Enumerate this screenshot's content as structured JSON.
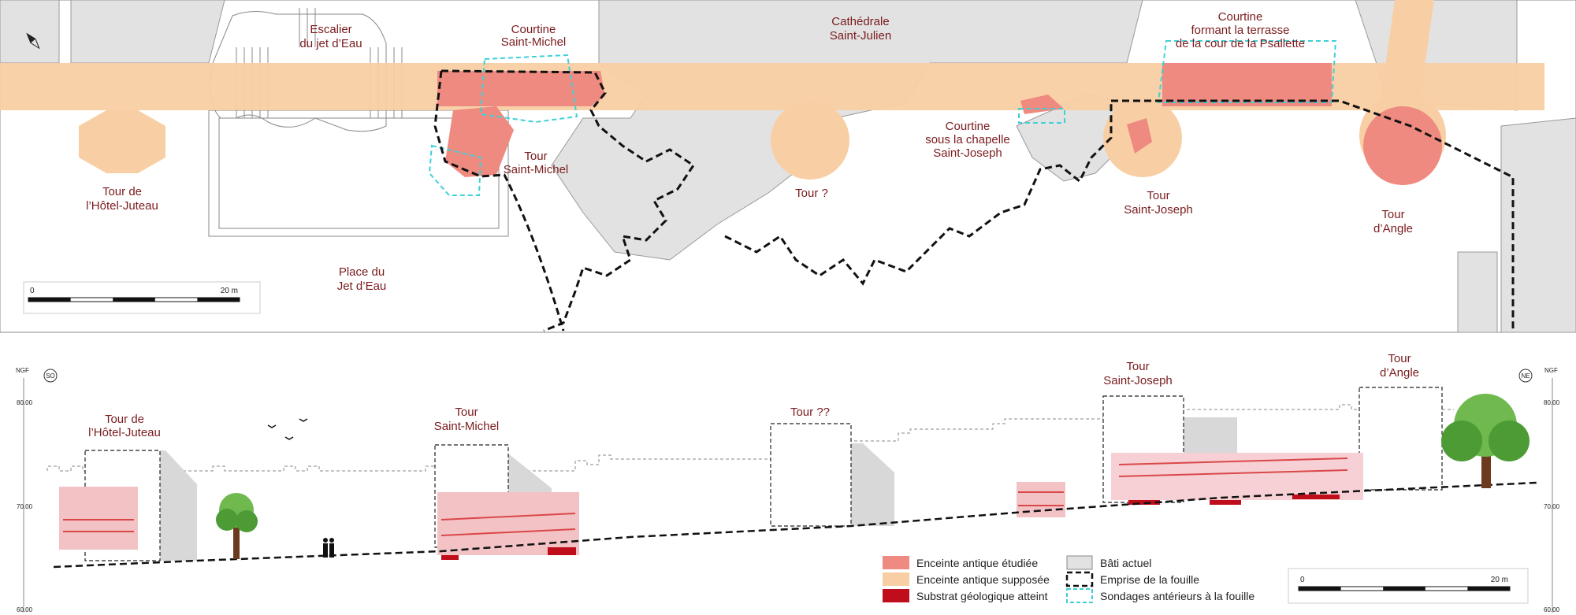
{
  "colors": {
    "studied": "#ee8a80",
    "supposed": "#f8cfa4",
    "substrate": "#c00d1c",
    "built": "#e2e2e2",
    "previous": "#3ed0d8",
    "label": "#7a1b1e"
  },
  "plan": {
    "labels": {
      "escalier_l1": "Escalier",
      "escalier_l2": "du jet d’Eau",
      "courtine_sm_l1": "Courtine",
      "courtine_sm_l2": "Saint-Michel",
      "cathedrale_l1": "Cathédrale",
      "cathedrale_l2": "Saint-Julien",
      "courtine_ps_l1": "Courtine",
      "courtine_ps_l2": "formant la terrasse",
      "courtine_ps_l3": "de la cour de la Psallette",
      "tour_hj_l1": "Tour de",
      "tour_hj_l2": "l’Hôtel-Juteau",
      "tour_sm_l1": "Tour",
      "tour_sm_l2": "Saint-Michel",
      "tour_q": "Tour ?",
      "courtine_sj_l1": "Courtine",
      "courtine_sj_l2": "sous la chapelle",
      "courtine_sj_l3": "Saint-Joseph",
      "tour_sj_l1": "Tour",
      "tour_sj_l2": "Saint-Joseph",
      "tour_angle_l1": "Tour",
      "tour_angle_l2": "d’Angle",
      "place_l1": "Place du",
      "place_l2": "Jet d’Eau"
    },
    "scale": {
      "min": "0",
      "max": "20 m"
    }
  },
  "elevation": {
    "labels": {
      "ngf": "NGF",
      "so": "SO",
      "ne": "NE",
      "tour_hj_l1": "Tour de",
      "tour_hj_l2": "l’Hôtel-Juteau",
      "tour_sm_l1": "Tour",
      "tour_sm_l2": "Saint-Michel",
      "tour_qq": "Tour ??",
      "tour_sj_l1": "Tour",
      "tour_sj_l2": "Saint-Joseph",
      "tour_angle_l1": "Tour",
      "tour_angle_l2": "d’Angle"
    },
    "axis_left": {
      "top": "80.00",
      "mid": "70.00",
      "bottom": "60.00"
    },
    "axis_right": {
      "top": "80.00",
      "mid": "70.00",
      "bottom": "60.00"
    },
    "scale": {
      "min": "0",
      "max": "20 m"
    }
  },
  "legend": {
    "items": [
      {
        "label": "Enceinte antique étudiée",
        "key": "studied"
      },
      {
        "label": "Enceinte antique supposée",
        "key": "supposed"
      },
      {
        "label": "Substrat géologique atteint",
        "key": "substrate"
      },
      {
        "label": "Bâti actuel",
        "key": "built"
      },
      {
        "label": "Emprise de la fouille",
        "key": "excavation"
      },
      {
        "label": "Sondages antérieurs à la fouille",
        "key": "previous"
      }
    ]
  }
}
